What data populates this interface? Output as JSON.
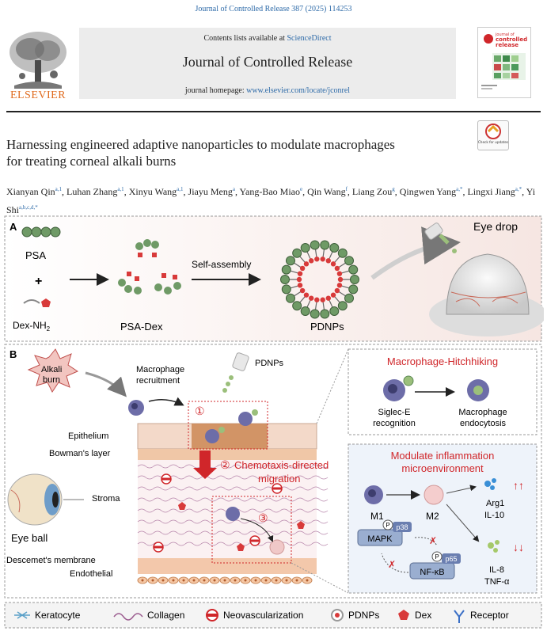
{
  "journal_citation": "Journal of Controlled Release 387 (2025) 114253",
  "header": {
    "publisher": "ELSEVIER",
    "contents_prefix": "Contents lists available at ",
    "contents_link": "ScienceDirect",
    "journal_name": "Journal of Controlled Release",
    "homepage_prefix": "journal homepage: ",
    "homepage_link": "www.elsevier.com/locate/jconrel",
    "cover_line1": "journal of",
    "cover_line2": "controlled",
    "cover_line3": "release",
    "check_badge": "Check for updates"
  },
  "article": {
    "title_line1": "Harnessing engineered adaptive nanoparticles to modulate macrophages",
    "title_line2": "for treating corneal alkali burns",
    "authors": [
      {
        "name": "Xianyan Qin",
        "aff": "a,1"
      },
      {
        "name": "Luhan Zhang",
        "aff": "a,1"
      },
      {
        "name": "Xinyu Wang",
        "aff": "a,1"
      },
      {
        "name": "Jiayu Meng",
        "aff": "a"
      },
      {
        "name": "Yang-Bao Miao",
        "aff": "e"
      },
      {
        "name": "Qin Wang",
        "aff": "f"
      },
      {
        "name": "Liang Zou",
        "aff": "g"
      },
      {
        "name": "Qingwen Yang",
        "aff": "a,*"
      },
      {
        "name": "Lingxi Jiang",
        "aff": "a,*"
      },
      {
        "name": "Yi Shi",
        "aff": "a,b,c,d,*"
      }
    ]
  },
  "figure": {
    "panel_a": {
      "label": "A",
      "psa": "PSA",
      "plus": "+",
      "dex_nh2": "Dex-NH",
      "dex_nh2_sub": "2",
      "psa_dex": "PSA-Dex",
      "self_assembly": "Self-assembly",
      "pdnps": "PDNPs",
      "eye_drop": "Eye drop"
    },
    "panel_b": {
      "label": "B",
      "alkali_burn_1": "Alkali",
      "alkali_burn_2": "burn",
      "macrophage_recruitment_1": "Macrophage",
      "macrophage_recruitment_2": "recruitment",
      "pdnps": "PDNPs",
      "epithelium": "Epithelium",
      "bowmans_layer": "Bowman's layer",
      "stroma": "Stroma",
      "eye_ball": "Eye ball",
      "descemets": "Descemet's membrane",
      "endothelial": "Endothelial",
      "step1": "①",
      "step2": "②",
      "step2_text_1": "Chemotaxis-directed",
      "step2_text_2": "migration",
      "step3": "③",
      "hitchhiking_title": "Macrophage-Hitchhiking",
      "siglec_1": "Siglec-E",
      "siglec_2": "recognition",
      "endocytosis_1": "Macrophage",
      "endocytosis_2": "endocytosis",
      "modulate_title_1": "Modulate inflammation",
      "modulate_title_2": "microenvironment",
      "m1": "M1",
      "m2": "M2",
      "p38": "p38",
      "mapk": "MAPK",
      "p65": "p65",
      "nfkb": "NF-κB",
      "p_letter": "P",
      "arg1": "Arg1",
      "il10": "IL-10",
      "il8": "IL-8",
      "tnfa": "TNF-α",
      "up_arrows": "↑↑",
      "down_arrows": "↓↓"
    },
    "legend": {
      "keratocyte": "Keratocyte",
      "collagen": "Collagen",
      "neovascularization": "Neovascularization",
      "pdnps": "PDNPs",
      "dex": "Dex",
      "receptor": "Receptor"
    }
  },
  "colors": {
    "link": "#2d6aa8",
    "elsevier_orange": "#e06b1f",
    "accent_red": "#d0262a",
    "pdnp_green": "#6f9a66",
    "dex_red": "#d83a3a",
    "macrophage_purple": "#6d6da8"
  }
}
